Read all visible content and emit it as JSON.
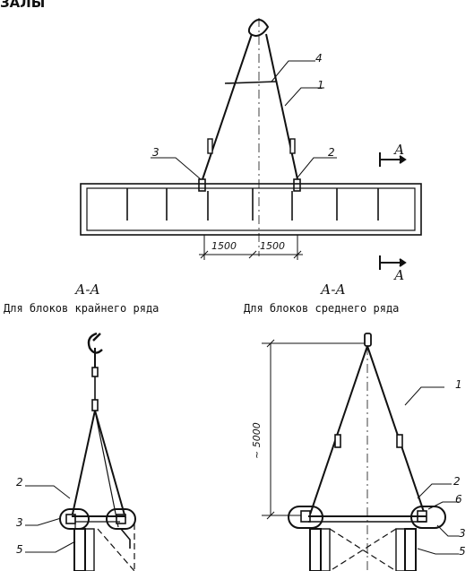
{
  "header": {
    "text": "ЗАЛЫ"
  },
  "plan": {
    "section_marks": [
      "А",
      "А"
    ],
    "dimensions": [
      "1500",
      "1500"
    ],
    "callouts": [
      "4",
      "1",
      "3",
      "2"
    ]
  },
  "section_left": {
    "title": "А-А",
    "subtitle": "Для блоков крайнего ряда",
    "callouts": [
      "2",
      "3",
      "5"
    ]
  },
  "section_right": {
    "title": "А-А",
    "subtitle": "Для блоков среднего ряда",
    "dimension": "~ 5000",
    "callouts": [
      "1",
      "2",
      "6",
      "3",
      "5"
    ]
  }
}
